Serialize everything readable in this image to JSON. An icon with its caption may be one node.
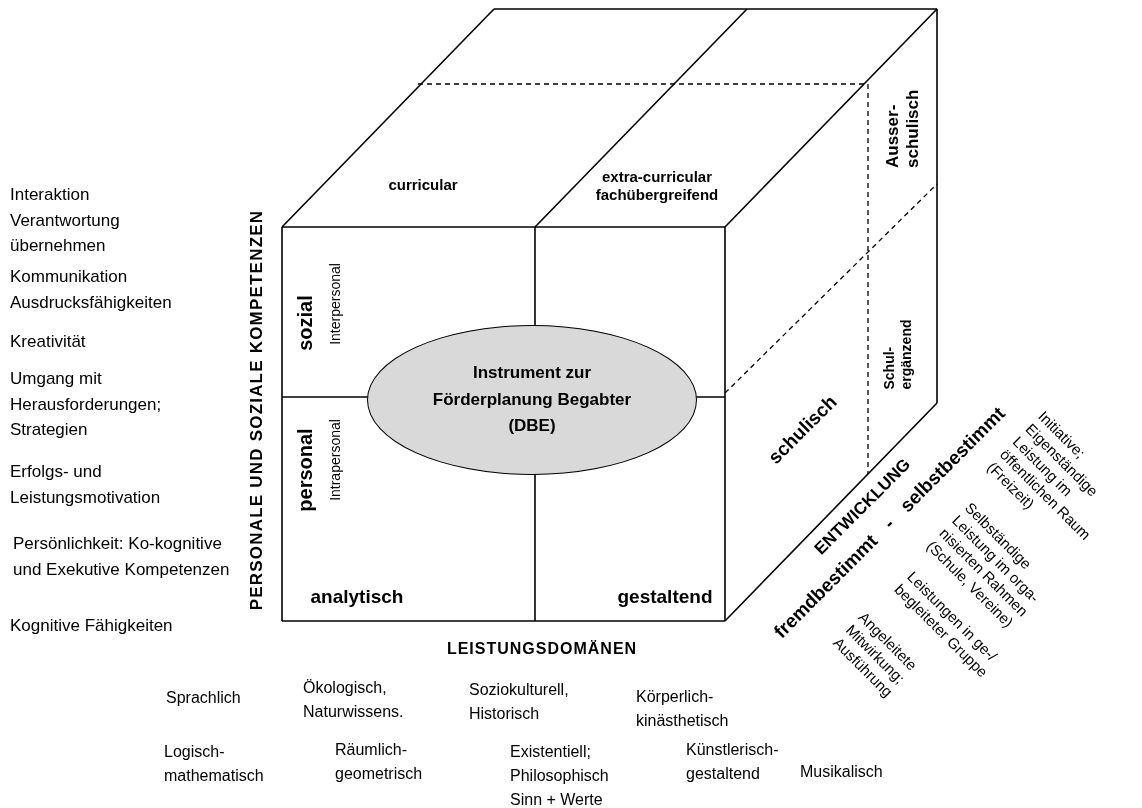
{
  "diagram": {
    "nodes": [
      {
        "text": [
          "Instrument zur Förderplanung Begabter (DBE)"
        ]
      }
    ],
    "labels": [
      "curricular",
      "extra-curricular fachübergreifend",
      "Ausser- schulisch",
      "Interaktion Verantwortung übernehmen",
      "Kommunikation Ausdrucksfähigkeiten",
      "Kreativität",
      "Umgang mit Herausforderungen; Strategien",
      "Erfolgs- und Leistungsmotivation",
      "Persönlichkeit: Ko-kognitive und Exekutive Kompetenzen",
      "Kognitive Fähigkeiten",
      "PERSONALE UND SOZIALE KOMPETENZEN",
      "sozial",
      "Interpersonal",
      "Schul- ergänzend",
      "schulisch",
      "Initiative; Eigenständige Leistung im öffentlichen Raum (Freizeit)",
      "personal",
      "Intrapersonal",
      "ENTWICKLUNG",
      "fremdbestimmt - selbstbestimmt",
      "Selbständige Leistung im orga- nisierten Rahmen (Schule, Vereine)",
      "Leistungen in ge-/ begleiteter Gruppe",
      "Angeleitete Mitwirkung; Ausführung",
      "analytisch",
      "gestaltend",
      "LEISTUNGSDOMÄNEN",
      "Sprachlich",
      "Ökologisch, Naturwissens.",
      "Soziokulturell, Historisch",
      "Körperlich- kinästhetisch",
      "Logisch- mathematisch",
      "Räumlich- geometrisch",
      "Existentiell; Philosophisch Sinn + Werte",
      "Künstlerisch- gestaltend",
      "Musikalisch"
    ]
  }
}
